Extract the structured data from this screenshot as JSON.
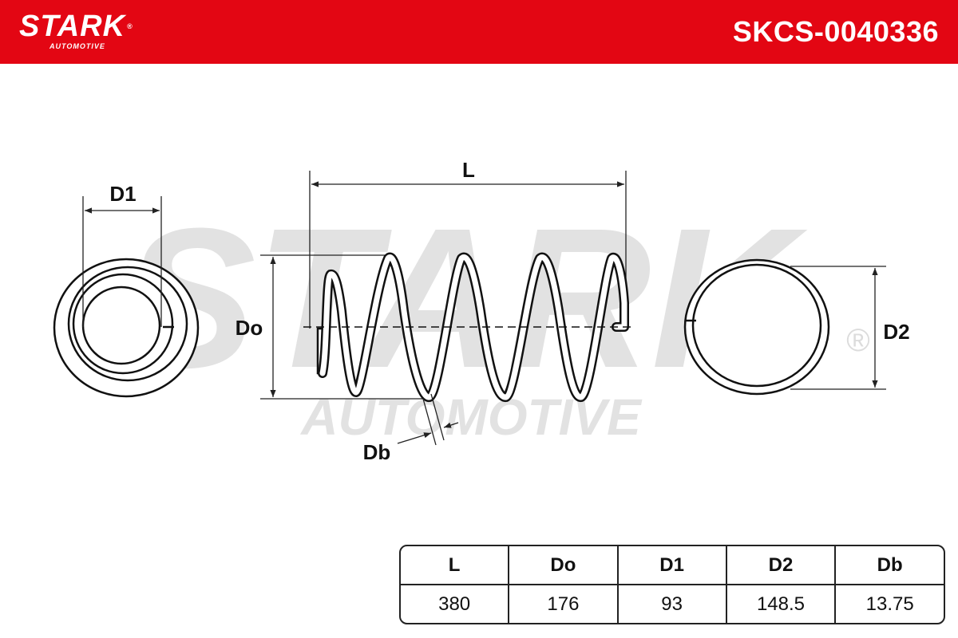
{
  "header": {
    "brand": "STARK",
    "brand_mark": "®",
    "brand_sub": "AUTOMOTIVE",
    "part_number": "SKCS-0040336",
    "color": "#e30613"
  },
  "watermark": {
    "brand": "STARK",
    "sub": "AUTOMOTIVE",
    "mark": "®"
  },
  "drawing": {
    "labels": {
      "d1": "D1",
      "l": "L",
      "do": "Do",
      "d2": "D2",
      "db": "Db"
    }
  },
  "specs": {
    "headers": [
      "L",
      "Do",
      "D1",
      "D2",
      "Db"
    ],
    "values": [
      "380",
      "176",
      "93",
      "148.5",
      "13.75"
    ]
  }
}
